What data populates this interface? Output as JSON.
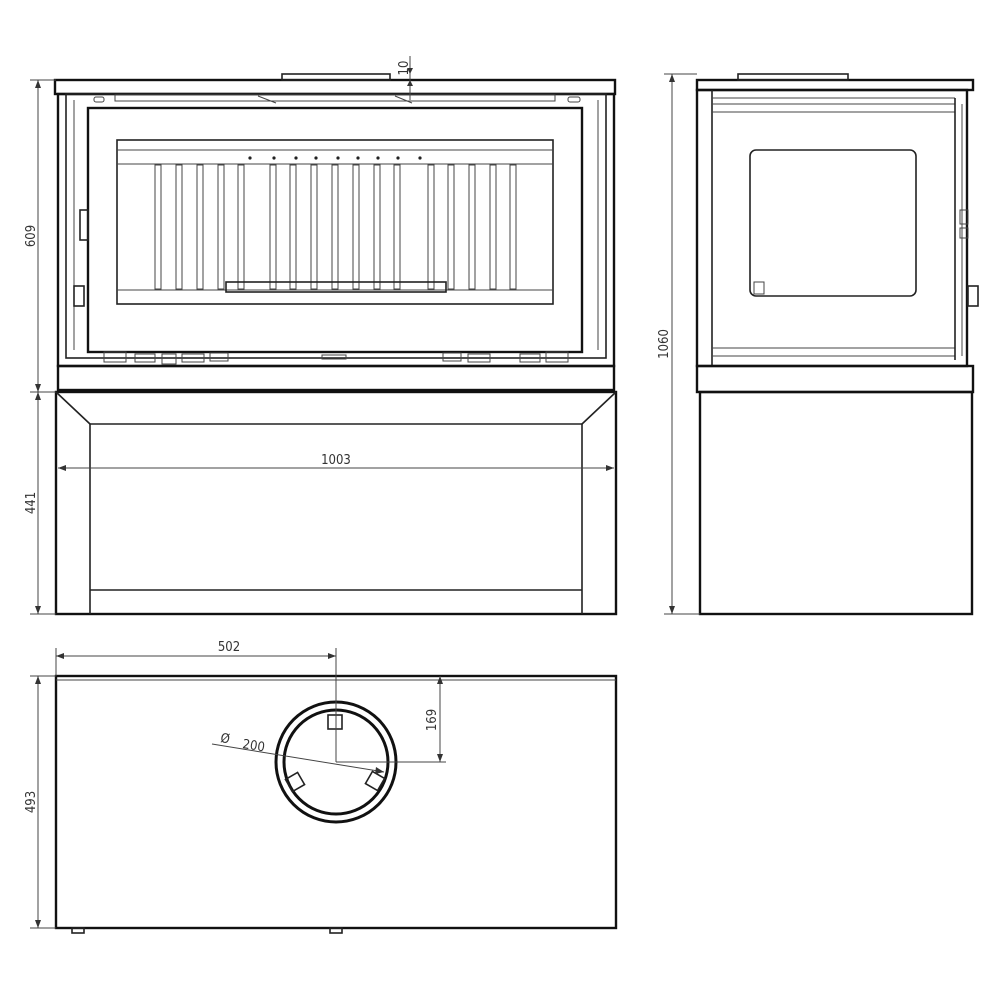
{
  "drawing": {
    "colors": {
      "line": "#222222",
      "background": "#ffffff"
    },
    "dimensions": {
      "front_top_gap": "10",
      "firebox_height": "609",
      "base_height": "441",
      "overall_width": "1003",
      "overall_height": "1060",
      "flue_offset_x": "502",
      "flue_offset_y": "169",
      "flue_diameter_symbol": "Ø",
      "flue_diameter": "200",
      "depth": "493"
    }
  }
}
